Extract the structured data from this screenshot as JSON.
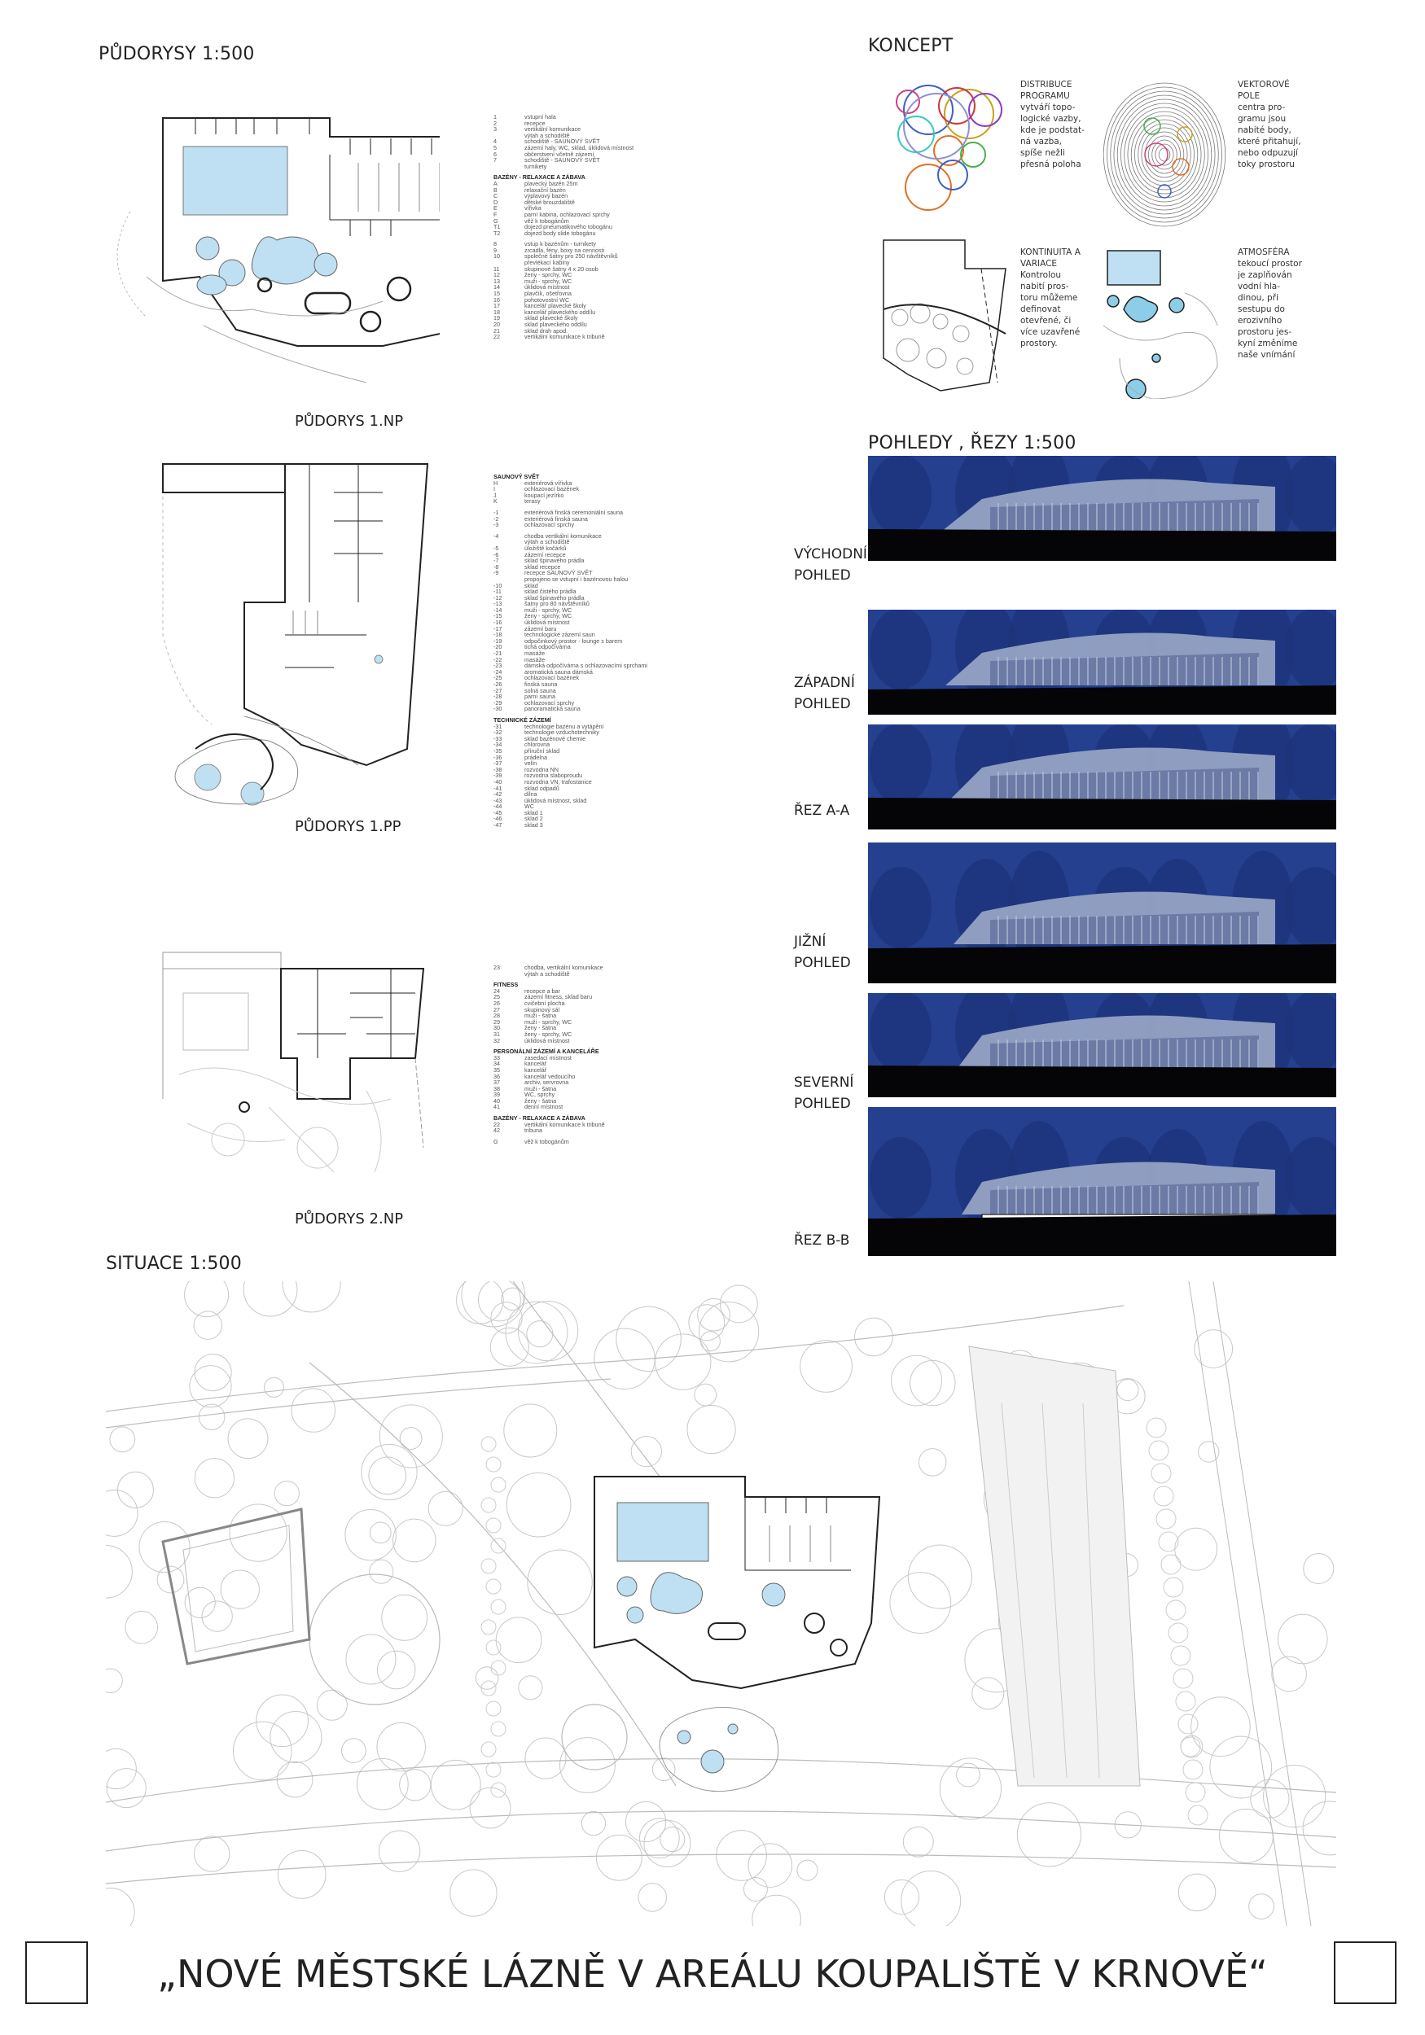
{
  "headings": {
    "plans": "PŮDORYSY 1:500",
    "concept": "KONCEPT",
    "views": "POHLEDY , ŘEZY 1:500",
    "site": "SITUACE 1:500"
  },
  "plans": [
    {
      "label": "PŮDORYS 1.NP"
    },
    {
      "label": "PŮDORYS 1.PP"
    },
    {
      "label": "PŮDORYS 2.NP"
    }
  ],
  "legends": [
    [
      [
        "1",
        "vstupní hala"
      ],
      [
        "2",
        "recepce"
      ],
      [
        "3",
        "vertikální komunikace"
      ],
      [
        "",
        "výtah a schodiště"
      ],
      [
        "4",
        "schodiště - SAUNOVÝ SVĚT"
      ],
      [
        "5",
        "zázemí haly, WC, sklad, úklidová místnost"
      ],
      [
        "6",
        "občerstvení včetně zázemí"
      ],
      [
        "7",
        "schodiště - SAUNOVÝ SVĚT"
      ],
      [
        "",
        "turnikety"
      ],
      [
        "#",
        "BAZÉNY - RELAXACE A ZÁBAVA"
      ],
      [
        "A",
        "plavecký bazén 25m"
      ],
      [
        "B",
        "relaxační bazén"
      ],
      [
        "C",
        "výplavový bazén"
      ],
      [
        "D",
        "dětské brouzdaliště"
      ],
      [
        "E",
        "vířivka"
      ],
      [
        "F",
        "parní kabina, ochlazovací sprchy"
      ],
      [
        "G",
        "věž k tobogánům"
      ],
      [
        "T1",
        "dojezd pneumatikového tobogánu"
      ],
      [
        "T2",
        "dojezd body slide tobogánu"
      ],
      [
        "-",
        ""
      ],
      [
        "8",
        "vstup k bazénům - turnikety"
      ],
      [
        "9",
        "zrcadla, fény, boxy na cennosti"
      ],
      [
        "10",
        "společné šatny pro 250 návštěvníků"
      ],
      [
        "",
        "převlékací kabiny"
      ],
      [
        "11",
        "skupinové šatny 4 x 20 osob"
      ],
      [
        "12",
        "ženy - sprchy, WC"
      ],
      [
        "13",
        "muži - sprchy, WC"
      ],
      [
        "14",
        "úklidová místnost"
      ],
      [
        "15",
        "plavčík, ošetřovna"
      ],
      [
        "16",
        "pohotovostní WC"
      ],
      [
        "17",
        "kancelář plavecké školy"
      ],
      [
        "18",
        "kancelář plaveckého oddílu"
      ],
      [
        "19",
        "sklad plavecké školy"
      ],
      [
        "20",
        "sklad plaveckého oddílu"
      ],
      [
        "21",
        "sklad drah apod."
      ],
      [
        "22",
        "vertikální komunikace k tribuně"
      ]
    ],
    [
      [
        "#",
        "SAUNOVÝ SVĚT"
      ],
      [
        "H",
        "exteriérová vířivka"
      ],
      [
        "I",
        "ochlazovací bazének"
      ],
      [
        "J",
        "koupací jezírko"
      ],
      [
        "K",
        "terasy"
      ],
      [
        "-",
        ""
      ],
      [
        "-1",
        "exteriérová finská ceremoniální sauna"
      ],
      [
        "-2",
        "exteriérová finská sauna"
      ],
      [
        "-3",
        "ochlazovací sprchy"
      ],
      [
        "-",
        ""
      ],
      [
        "-4",
        "chodba vertikální komunikace"
      ],
      [
        "",
        "výtah a schodiště"
      ],
      [
        "-5",
        "úložiště kočárků"
      ],
      [
        "-6",
        "zázemí recepce"
      ],
      [
        "-7",
        "sklad špinavého prádla"
      ],
      [
        "-8",
        "sklad recepce"
      ],
      [
        "-9",
        "recepce SAUNOVÝ SVĚT"
      ],
      [
        "",
        "propojeno se vstupní i bazénovou halou"
      ],
      [
        "-10",
        "sklad"
      ],
      [
        "-11",
        "sklad čistého prádla"
      ],
      [
        "-12",
        "sklad špinavého prádla"
      ],
      [
        "-13",
        "šatny pro 80 návštěvníků"
      ],
      [
        "-14",
        "muži - sprchy, WC"
      ],
      [
        "-15",
        "ženy - sprchy, WC"
      ],
      [
        "-16",
        "úklidová místnost"
      ],
      [
        "-17",
        "zázemí baru"
      ],
      [
        "-18",
        "technologické zázemí saun"
      ],
      [
        "-19",
        "odpočinkový prostor - lounge s barem"
      ],
      [
        "-20",
        "tichá odpočívárna"
      ],
      [
        "-21",
        "masáže"
      ],
      [
        "-22",
        "masáže"
      ],
      [
        "-23",
        "dámská odpočívárna s ochlazovacími sprchami"
      ],
      [
        "-24",
        "aromatická sauna dámská"
      ],
      [
        "-25",
        "ochlazovací bazének"
      ],
      [
        "-26",
        "finská sauna"
      ],
      [
        "-27",
        "solná sauna"
      ],
      [
        "-28",
        "parní sauna"
      ],
      [
        "-29",
        "ochlazovací sprchy"
      ],
      [
        "-30",
        "panoramatická sauna"
      ],
      [
        "#",
        "TECHNICKÉ ZÁZEMÍ"
      ],
      [
        "-31",
        "technologie bazénu a vytápění"
      ],
      [
        "-32",
        "technologie vzduchotechniky"
      ],
      [
        "-33",
        "sklad bazénové chemie"
      ],
      [
        "-34",
        "chlorovna"
      ],
      [
        "-35",
        "příruční sklad"
      ],
      [
        "-36",
        "prádelna"
      ],
      [
        "-37",
        "velín"
      ],
      [
        "-38",
        "rozvodna NN"
      ],
      [
        "-39",
        "rozvodna slaboproudu"
      ],
      [
        "-40",
        "rozvodna VN, trafostanice"
      ],
      [
        "-41",
        "sklad odpadů"
      ],
      [
        "-42",
        "dílna"
      ],
      [
        "-43",
        "úklidová místnost, sklad"
      ],
      [
        "-44",
        "WC"
      ],
      [
        "-45",
        "sklad 1"
      ],
      [
        "-46",
        "sklad 2"
      ],
      [
        "-47",
        "sklad 3"
      ]
    ],
    [
      [
        "23",
        "chodba, vertikální komunikace"
      ],
      [
        "",
        "výtah a schodiště"
      ],
      [
        "#",
        "FITNESS"
      ],
      [
        "24",
        "recepce a bar"
      ],
      [
        "25",
        "zázemí fitness, sklad baru"
      ],
      [
        "26",
        "cvičební plocha"
      ],
      [
        "27",
        "skupinový sál"
      ],
      [
        "28",
        "muži - šatna"
      ],
      [
        "29",
        "muži - sprchy, WC"
      ],
      [
        "30",
        "ženy - šatna"
      ],
      [
        "31",
        "ženy - sprchy, WC"
      ],
      [
        "32",
        "úklidová místnost"
      ],
      [
        "#",
        "PERSONÁLNÍ ZÁZEMÍ A KANCELÁŘE"
      ],
      [
        "33",
        "zasedací místnost"
      ],
      [
        "34",
        "kancelář"
      ],
      [
        "35",
        "kancelář"
      ],
      [
        "36",
        "kancelář vedoucího"
      ],
      [
        "37",
        "archiv, servrovna"
      ],
      [
        "38",
        "muži - šatna"
      ],
      [
        "39",
        "WC, sprchy"
      ],
      [
        "40",
        "ženy - šatna"
      ],
      [
        "41",
        "denní místnost"
      ],
      [
        "#",
        "BAZÉNY - RELAXACE A ZÁBAVA"
      ],
      [
        "22",
        "vertikální komunikace k tribuně"
      ],
      [
        "42",
        "tribuna"
      ],
      [
        "-",
        ""
      ],
      [
        "G",
        "věž k tobogánům"
      ]
    ]
  ],
  "concept": [
    {
      "title": "DISTRIBUCE PROGRAMU",
      "text": "vytváří topo-logické vazby, kde je podstat-ná vazba, spíše nežli přesná poloha"
    },
    {
      "title": "VEKTOROVÉ POLE",
      "text": "centra pro-gramu jsou nabité body, které přitahují, nebo odpuzují toky prostoru"
    },
    {
      "title": "KONTINUITA A VARIACE",
      "text": "Kontrolou nabití pros-toru můžeme definovat otevřené, či více uzavřené prostory."
    },
    {
      "title": "ATMOSFÉRA",
      "text": "tekoucí prostor je zaplňován vodní hla-dinou, při sestupu do erozivního prostoru jes-kyní změníme naše vnímání"
    }
  ],
  "views": [
    {
      "label": "VÝCHODNÍ POHLED"
    },
    {
      "label": "ZÁPADNÍ POHLED"
    },
    {
      "label": "ŘEZ A-A"
    },
    {
      "label": "JIŽNÍ POHLED"
    },
    {
      "label": "SEVERNÍ POHLED"
    },
    {
      "label": "ŘEZ B-B"
    }
  ],
  "title": "„NOVÉ MĚSTSKÉ LÁZNĚ V AREÁLU KOUPALIŠTĚ V KRNOVĚ“",
  "colors": {
    "water": "#bfe0f2",
    "night_sky": "#24408f",
    "ground": "#050508",
    "line": "#222222"
  }
}
